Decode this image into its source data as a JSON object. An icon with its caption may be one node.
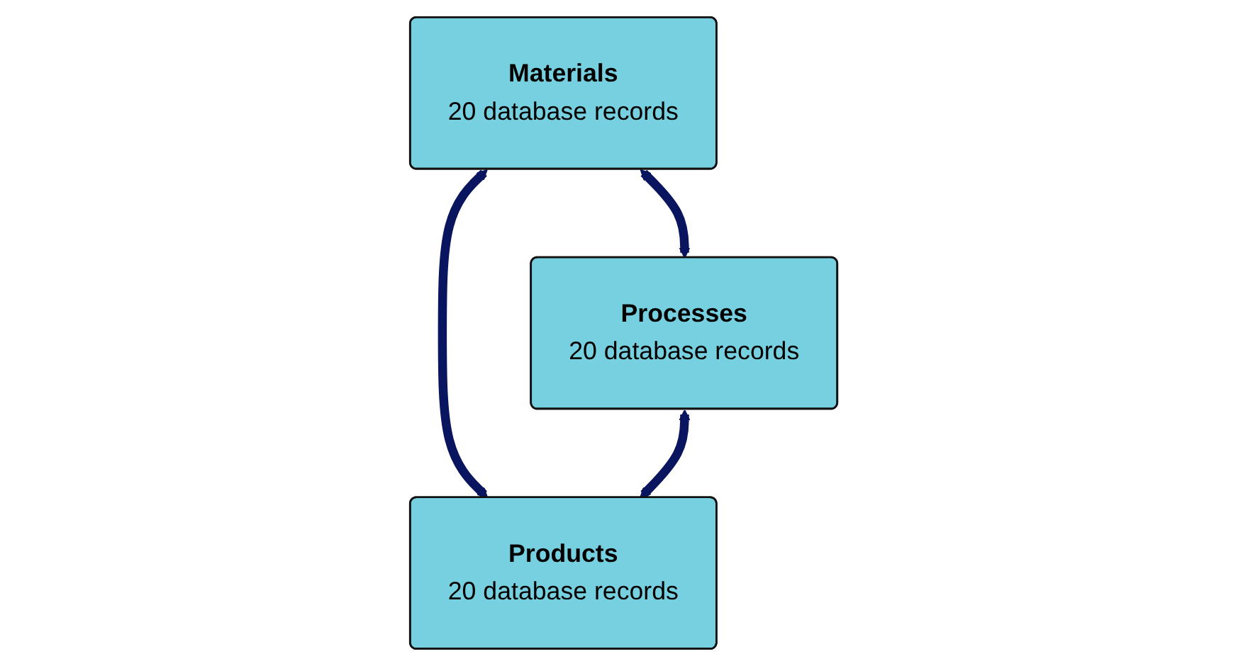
{
  "diagram": {
    "nodes": [
      {
        "text": [
          "Materials",
          "20 database records"
        ]
      },
      {
        "text": [
          "Processes",
          "20 database records"
        ]
      },
      {
        "text": [
          "Products",
          "20 database records"
        ]
      }
    ],
    "edges": [
      {
        "from": 0,
        "to": 1,
        "arrow": "both"
      },
      {
        "from": 0,
        "to": 2,
        "arrow": "both"
      },
      {
        "from": 1,
        "to": 2,
        "arrow": "both"
      }
    ]
  }
}
